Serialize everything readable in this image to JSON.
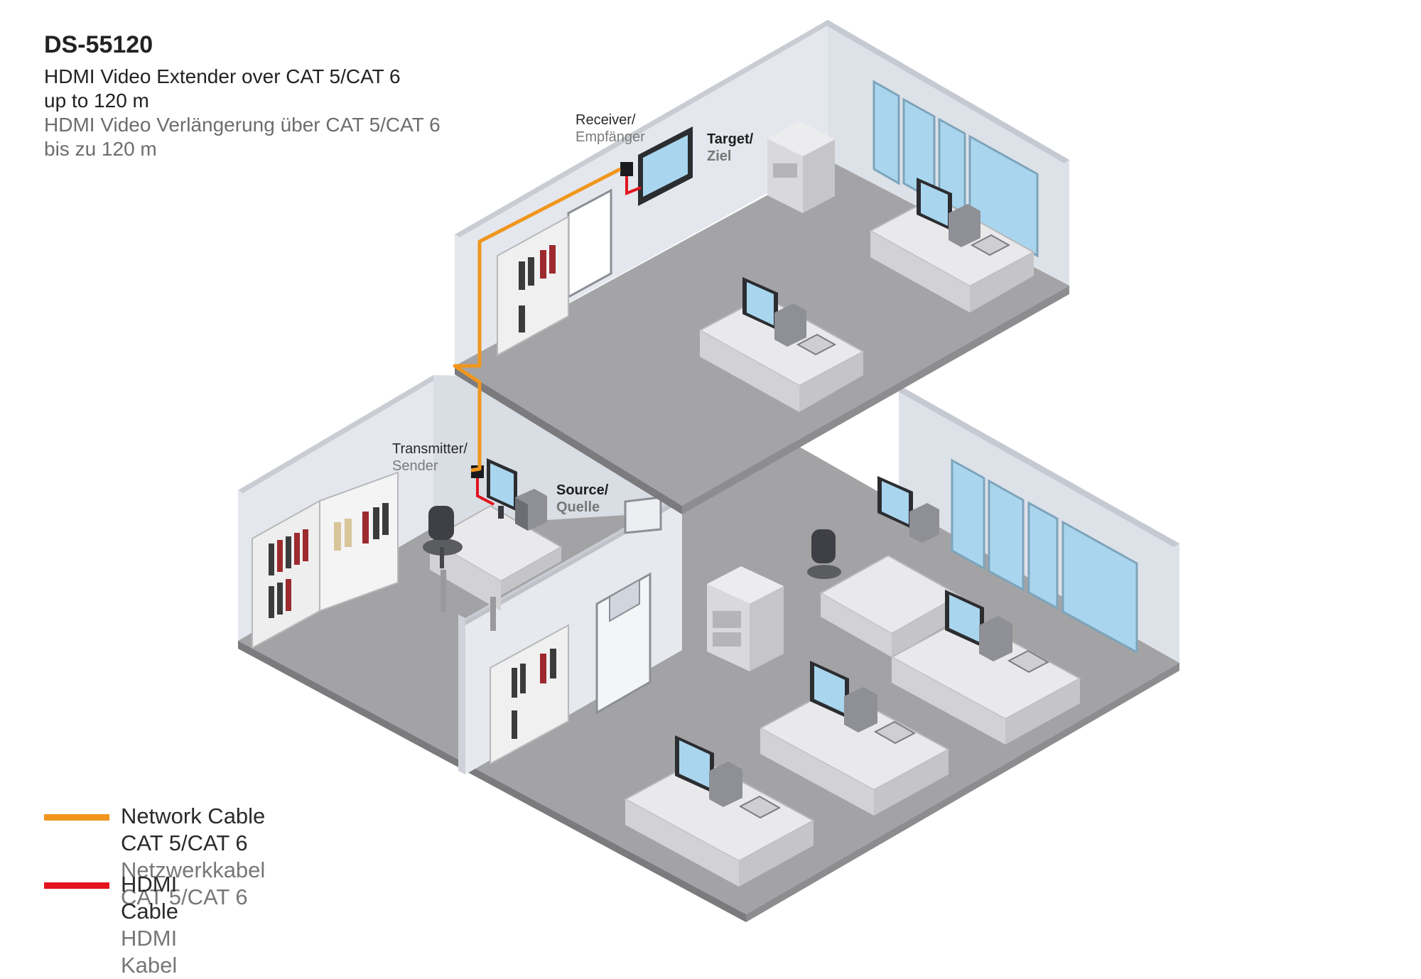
{
  "title": {
    "model": "DS-55120",
    "en_line1": "HDMI Video Extender over CAT 5/CAT 6",
    "en_line2": "up to 120 m",
    "de_line1": "HDMI Video Verlängerung über CAT 5/CAT 6",
    "de_line2": "bis zu 120 m"
  },
  "labels": {
    "receiver_en": "Receiver/",
    "receiver_de": "Empfänger",
    "target_en": "Target/",
    "target_de": "Ziel",
    "transmitter_en": "Transmitter/",
    "transmitter_de": "Sender",
    "source_en": "Source/",
    "source_de": "Quelle"
  },
  "legend": [
    {
      "en": "Network Cable CAT 5/CAT 6",
      "de": "Netzwerkkabel CAT 5/CAT 6",
      "color": "#f0961e"
    },
    {
      "en": "HDMI Cable",
      "de": "HDMI Kabel",
      "color": "#e3141e"
    }
  ],
  "colors": {
    "network_cable": "#f0961e",
    "hdmi_cable": "#e3141e",
    "floor": "#a4a4a6",
    "wall_light": "#e3e6ec",
    "wall_mid": "#d4d8e0",
    "wall_dark": "#c2c6cf",
    "window": "#a9d6ee",
    "desk": "#e8e8ea"
  }
}
